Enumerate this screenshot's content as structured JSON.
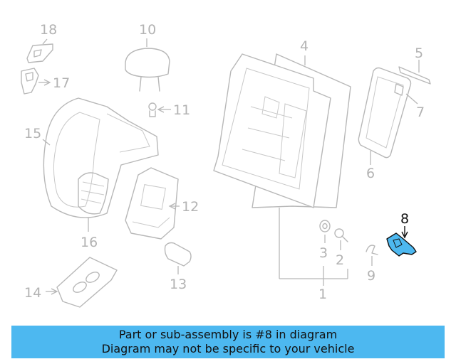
{
  "diagram": {
    "highlighted_part": "8",
    "highlight_color": "#4db8f0",
    "callouts": [
      "1",
      "2",
      "3",
      "4",
      "5",
      "6",
      "7",
      "8",
      "9",
      "10",
      "11",
      "12",
      "13",
      "14",
      "15",
      "16",
      "17",
      "18"
    ]
  },
  "banner": {
    "line1": "Part or sub-assembly is #8 in diagram",
    "line2": "Diagram may not be specific to your vehicle",
    "background": "#4db8f0"
  }
}
